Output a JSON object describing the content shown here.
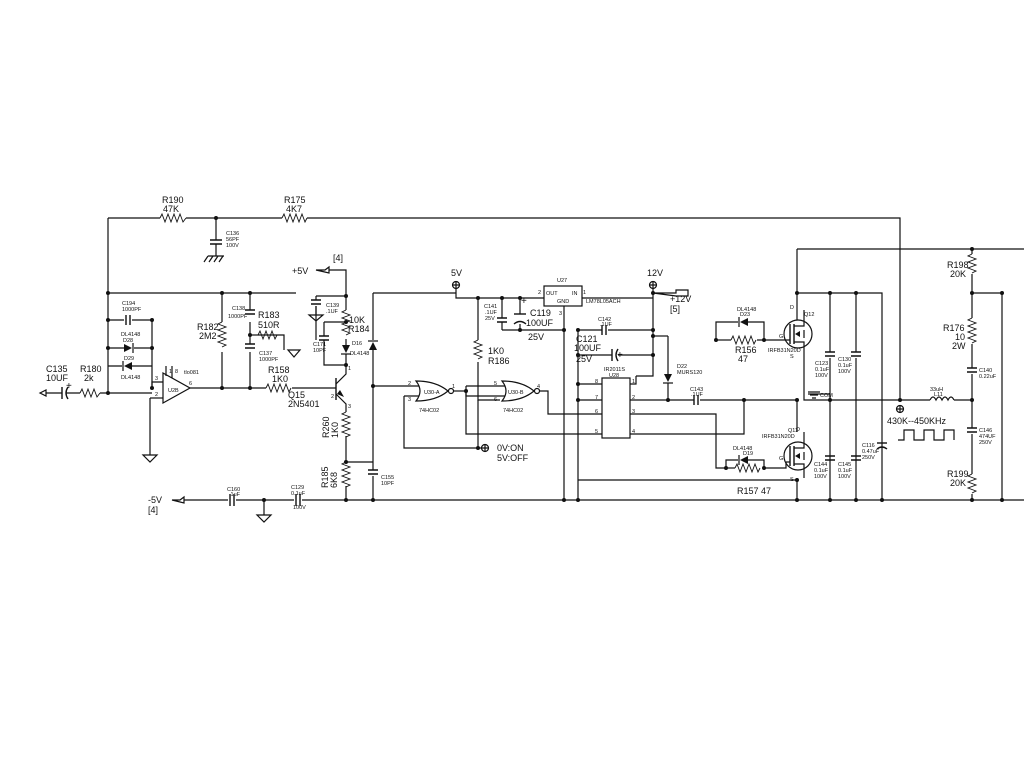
{
  "labels": {
    "r190": "R190",
    "r190v": "47K",
    "r175": "R175",
    "r175v": "4K7",
    "c136": "C136",
    "c136v1": "56PF",
    "c136v2": "100V",
    "c194": "C194",
    "c194v": "1000PF",
    "c138": "C138",
    "c138v": "1000PF",
    "r183": "R183",
    "r183v": "510R",
    "c137": "C137",
    "c137v": "1000PF",
    "r182": "R182",
    "r182v": "2M2",
    "d28": "D28",
    "d28t": "DL4148",
    "d29": "D29",
    "d29t": "DL4148",
    "u2b": "U2B",
    "u2bt": "tlo081",
    "pin3": "3",
    "pin2": "2",
    "pin1": "1",
    "pin8": "8",
    "pin6": "6",
    "c135": "C135",
    "c135v": "10UF",
    "plus": "+",
    "r180": "R180",
    "r180v": "2k",
    "r158": "R158",
    "r158v": "1K0",
    "q15": "Q15",
    "q15v": "2N5401",
    "qp1": "1",
    "qp2": "2",
    "qp3": "3",
    "r260": "R260",
    "r260v": "1K0",
    "r185": "R185",
    "r185v": "6K8",
    "plus5v": "+5V",
    "ref4a": "[4]",
    "c139": "C139",
    "c139v": ".1UF",
    "c171": "C171",
    "c171v": "10PF",
    "r184": "R184",
    "r184v": "10K",
    "d16": "D16",
    "d16t": "DL4148",
    "c155": "C155",
    "c155v": "10PF",
    "c129": "C129",
    "c129v1": "0.1uF",
    "c129v2": "100V",
    "c160": "C160",
    "c160v": ".1uF",
    "minus5v": "-5V",
    "ref4b": "[4]",
    "n5v": "5V",
    "n12v": "12V",
    "u27": "U27",
    "u27out": "OUT",
    "u27in": "IN",
    "u27gnd": "GND",
    "u27p": "LM78L05ACH",
    "u27p2": "2",
    "u27p1": "1",
    "u27p3": "3",
    "c141": "C141",
    "c141v1": ".1UF",
    "c141v2": "25V",
    "c119": "C119",
    "c119v1": "100UF",
    "c119v2": "25V",
    "c142": "C142",
    "c142v": ".1UF",
    "plus12v": "+12V",
    "ref5": "[5]",
    "c121": "C121",
    "c121v1": "100UF",
    "c121v2": "25V",
    "r186": "R186",
    "r186v": "1K0",
    "u30a": "U30-A",
    "u30b": "U30-B",
    "u30t": "74HC02",
    "g1": "2",
    "g2": "3",
    "g3": "1",
    "g4": "5",
    "g5": "6",
    "g6": "4",
    "ir": "IR2011S",
    "u28": "U28",
    "i8": "8",
    "i7": "7",
    "i6": "6",
    "i5": "5",
    "i1": "1",
    "i2": "2",
    "i3": "3",
    "i4": "4",
    "d22": "D22",
    "d22t": "MURS120",
    "c143": "C143",
    "c143v": ".1UF",
    "ov": "0V:ON",
    "fivev": "5V:OFF",
    "d23": "D23",
    "d23t": "DL4148",
    "r156": "R156",
    "r156v": "47",
    "q12": "Q12",
    "q12t": "IRFB31N20D",
    "q11": "Q11",
    "q11t": "IRFB31N20D",
    "d19": "D19",
    "d19t": "DL4148",
    "r157": "R157 47",
    "qd": "D",
    "qs": "S",
    "qg": "G",
    "c123": "C123",
    "c123v1": "0.1uF",
    "c123v2": "100V",
    "c130": "C130",
    "c130v1": "0.1uF",
    "c130v2": "100V",
    "c144": "C144",
    "c144v1": "0.1uF",
    "c144v2": "100V",
    "c145": "C145",
    "c145v1": "0.1uF",
    "c145v2": "100V",
    "c116": "C116",
    "c116v1": "0.47uF",
    "c116v2": "250V",
    "com": "COM",
    "l1": "33uH",
    "l1b": "L11",
    "freq": "430K--450KHz",
    "r198": "R198",
    "r198v": "20K",
    "r176": "R176",
    "r176v1": "10",
    "r176v2": "2W",
    "c140": "C140",
    "c140v": "0.22uF",
    "c146": "C146",
    "c146v1": "474UF",
    "c146v2": "250V",
    "r199": "R199",
    "r199v": "20K"
  }
}
